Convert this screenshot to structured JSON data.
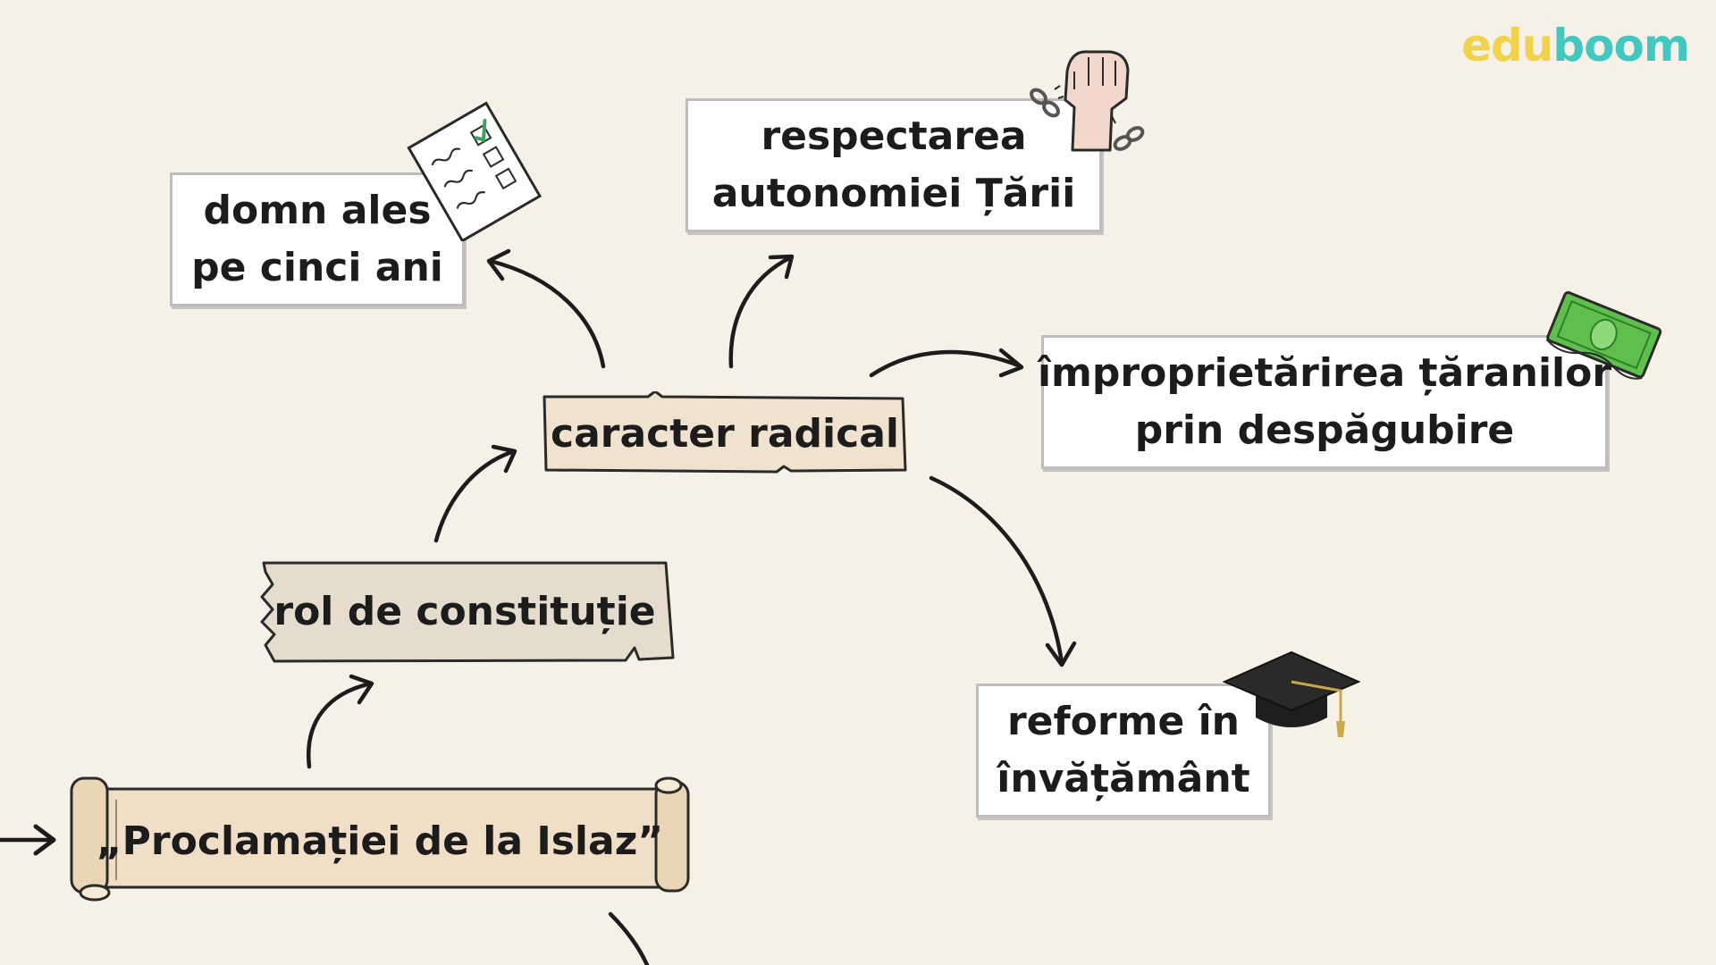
{
  "brand": {
    "part1": "edu",
    "part2": "boom"
  },
  "nodes": {
    "proclamation": "„Proclamației de la Islaz”",
    "constitution_role": "rol de constituție",
    "radical_character": "caracter radical",
    "ruler": {
      "line1": "domn ales",
      "line2": "pe cinci ani"
    },
    "autonomy": {
      "line1": "respectarea",
      "line2": "autonomiei Țării"
    },
    "land_ownership": {
      "line1": "împroprietărirea țăranilor",
      "line2": "prin despăgubire"
    },
    "education": {
      "line1": "reforme în",
      "line2": "învățământ"
    }
  },
  "icons": [
    "checklist-icon",
    "raised-fist-broken-chains-icon",
    "money-bill-icon",
    "graduation-cap-icon"
  ],
  "colors": {
    "background": "#f6f1e6",
    "scroll_paper": "#f0dfc6",
    "tag_paper": "#e6dccd",
    "brand_yellow": "#f2d24a",
    "brand_teal": "#44c7c0"
  }
}
